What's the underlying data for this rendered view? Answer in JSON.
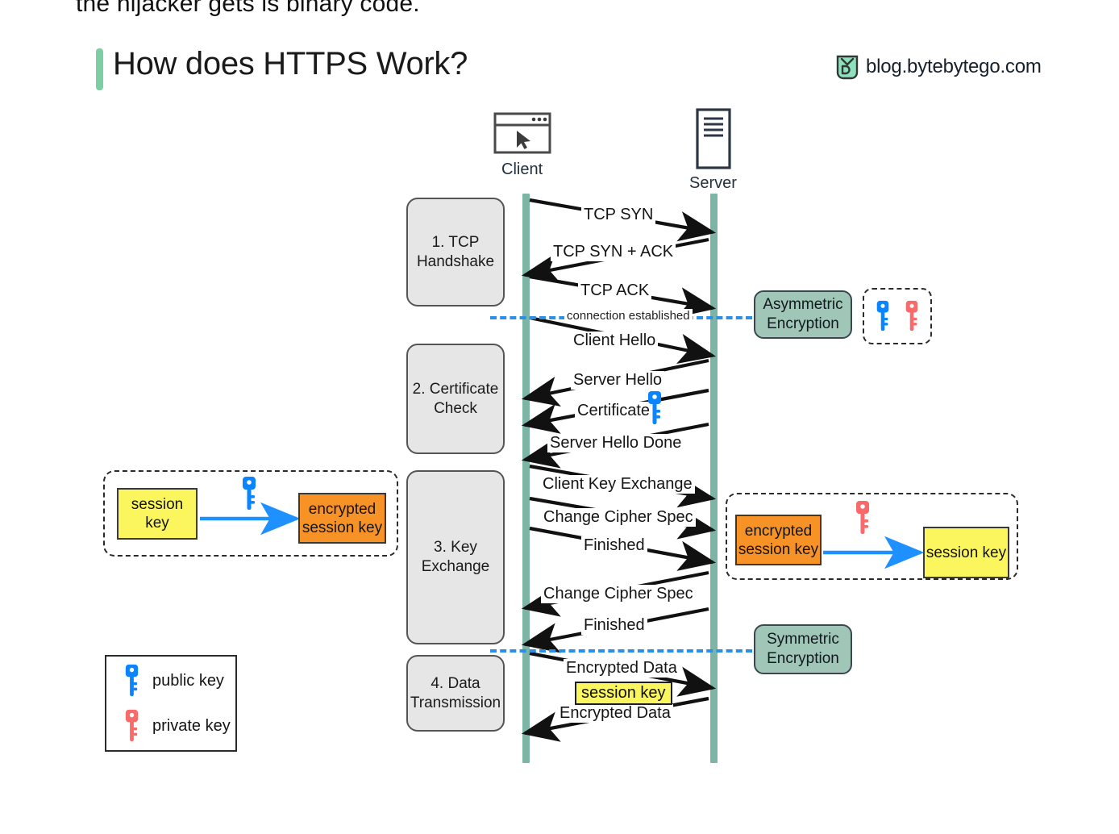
{
  "header": {
    "cutoff_text": "the hijacker gets is binary code.",
    "title": "How does HTTPS Work?",
    "brand": "blog.bytebytego.com",
    "accent_color": "#7ccfa5"
  },
  "diagram": {
    "participants": [
      {
        "id": "client",
        "label": "Client",
        "icon": "browser-window-icon"
      },
      {
        "id": "server",
        "label": "Server",
        "icon": "server-tower-icon"
      }
    ],
    "lifeline_color": "#7cb5a6",
    "steps": [
      {
        "id": "step-1",
        "label": "1. TCP\nHandshake",
        "line1": "1. TCP",
        "line2": "Handshake"
      },
      {
        "id": "step-2",
        "label": "2. Certificate\nCheck",
        "line1": "2. Certificate",
        "line2": "Check"
      },
      {
        "id": "step-3",
        "label": "3. Key\nExchange",
        "line1": "3. Key",
        "line2": "Exchange"
      },
      {
        "id": "step-4",
        "label": "4. Data\nTransmission",
        "line1": "4. Data",
        "line2": "Transmission"
      }
    ],
    "messages": [
      {
        "text": "TCP SYN",
        "direction": "client-to-server"
      },
      {
        "text": "TCP SYN + ACK",
        "direction": "server-to-client"
      },
      {
        "text": "TCP ACK",
        "direction": "client-to-server"
      },
      {
        "text": "Client Hello",
        "direction": "client-to-server"
      },
      {
        "text": "Server Hello",
        "direction": "server-to-client"
      },
      {
        "text": "Certificate",
        "direction": "server-to-client",
        "badge": "public-key-icon"
      },
      {
        "text": "Server Hello Done",
        "direction": "server-to-client"
      },
      {
        "text": "Client Key Exchange",
        "direction": "client-to-server"
      },
      {
        "text": "Change Cipher Spec",
        "direction": "client-to-server"
      },
      {
        "text": "Finished",
        "direction": "client-to-server"
      },
      {
        "text": "Change Cipher Spec",
        "direction": "server-to-client"
      },
      {
        "text": "Finished",
        "direction": "server-to-client"
      },
      {
        "text": "Encrypted  Data",
        "direction": "client-to-server"
      },
      {
        "text": "Encrypted Data",
        "direction": "server-to-client"
      }
    ],
    "separators": [
      {
        "label": "connection established",
        "color": "#2b8fe8"
      },
      {
        "label": "",
        "color": "#2b8fe8"
      }
    ],
    "encryption_modes": [
      {
        "id": "asymmetric",
        "line1": "Asymmetric",
        "line2": "Encryption",
        "fill": "#9fc6b7"
      },
      {
        "id": "symmetric",
        "line1": "Symmetric",
        "line2": "Encryption",
        "fill": "#9fc6b7"
      }
    ],
    "inline_chip": "session key"
  },
  "panels": {
    "left": {
      "source": {
        "line1": "session key",
        "fill": "#fbf55e"
      },
      "key_icon": "public-key-icon",
      "target": {
        "line1": "encrypted",
        "line2": "session key",
        "fill": "#f79226"
      }
    },
    "right": {
      "source": {
        "line1": "encrypted",
        "line2": "session key",
        "fill": "#f79226"
      },
      "key_icon": "private-key-icon",
      "target": {
        "line1": "session key",
        "fill": "#fbf55e"
      }
    },
    "arrow_color": "#1e90ff"
  },
  "legend": {
    "items": [
      {
        "icon": "public-key-icon",
        "label": "public key",
        "color": "#1e90ff"
      },
      {
        "icon": "private-key-icon",
        "label": "private key",
        "color": "#f96a6a"
      }
    ]
  }
}
